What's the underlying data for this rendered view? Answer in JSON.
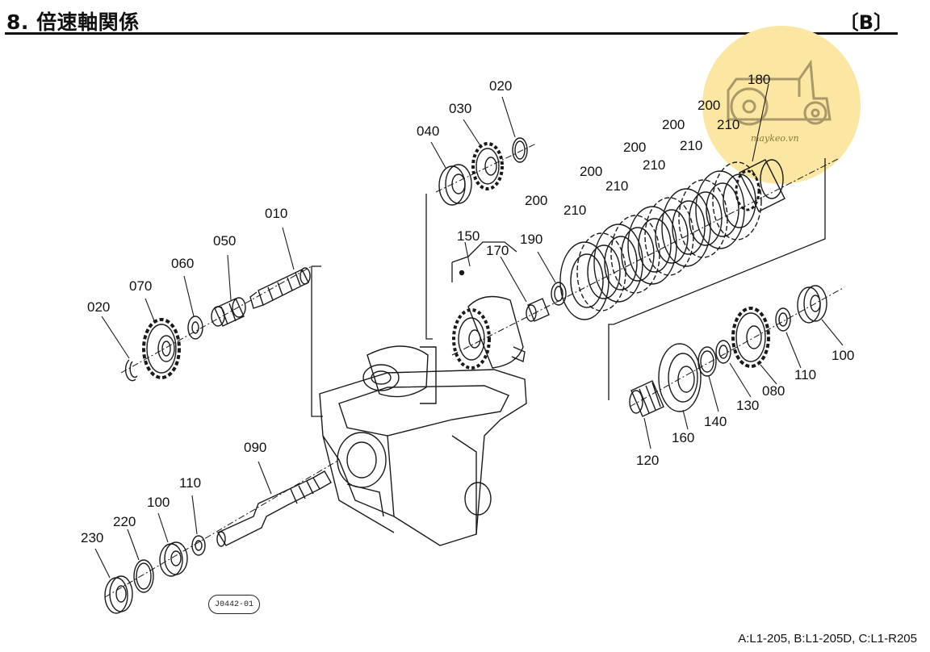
{
  "header": {
    "title": "8. 倍速軸関係",
    "variant": "〔B〕"
  },
  "parts": [
    "010",
    "020",
    "030",
    "040",
    "050",
    "060",
    "070",
    "080",
    "090",
    "100",
    "110",
    "120",
    "130",
    "140",
    "150",
    "160",
    "170",
    "180",
    "190",
    "200",
    "210",
    "220",
    "230"
  ],
  "reference_code": "J0442-01",
  "footer": {
    "models": "A:L1-205, B:L1-205D, C:L1-R205"
  },
  "watermark": {
    "text": "maykeo.vn",
    "color": "#fbe7a1"
  },
  "colors": {
    "line": "#1a1a1a",
    "watermark_fill": "#fbe7a1",
    "watermark_stroke": "#9a8a55"
  }
}
